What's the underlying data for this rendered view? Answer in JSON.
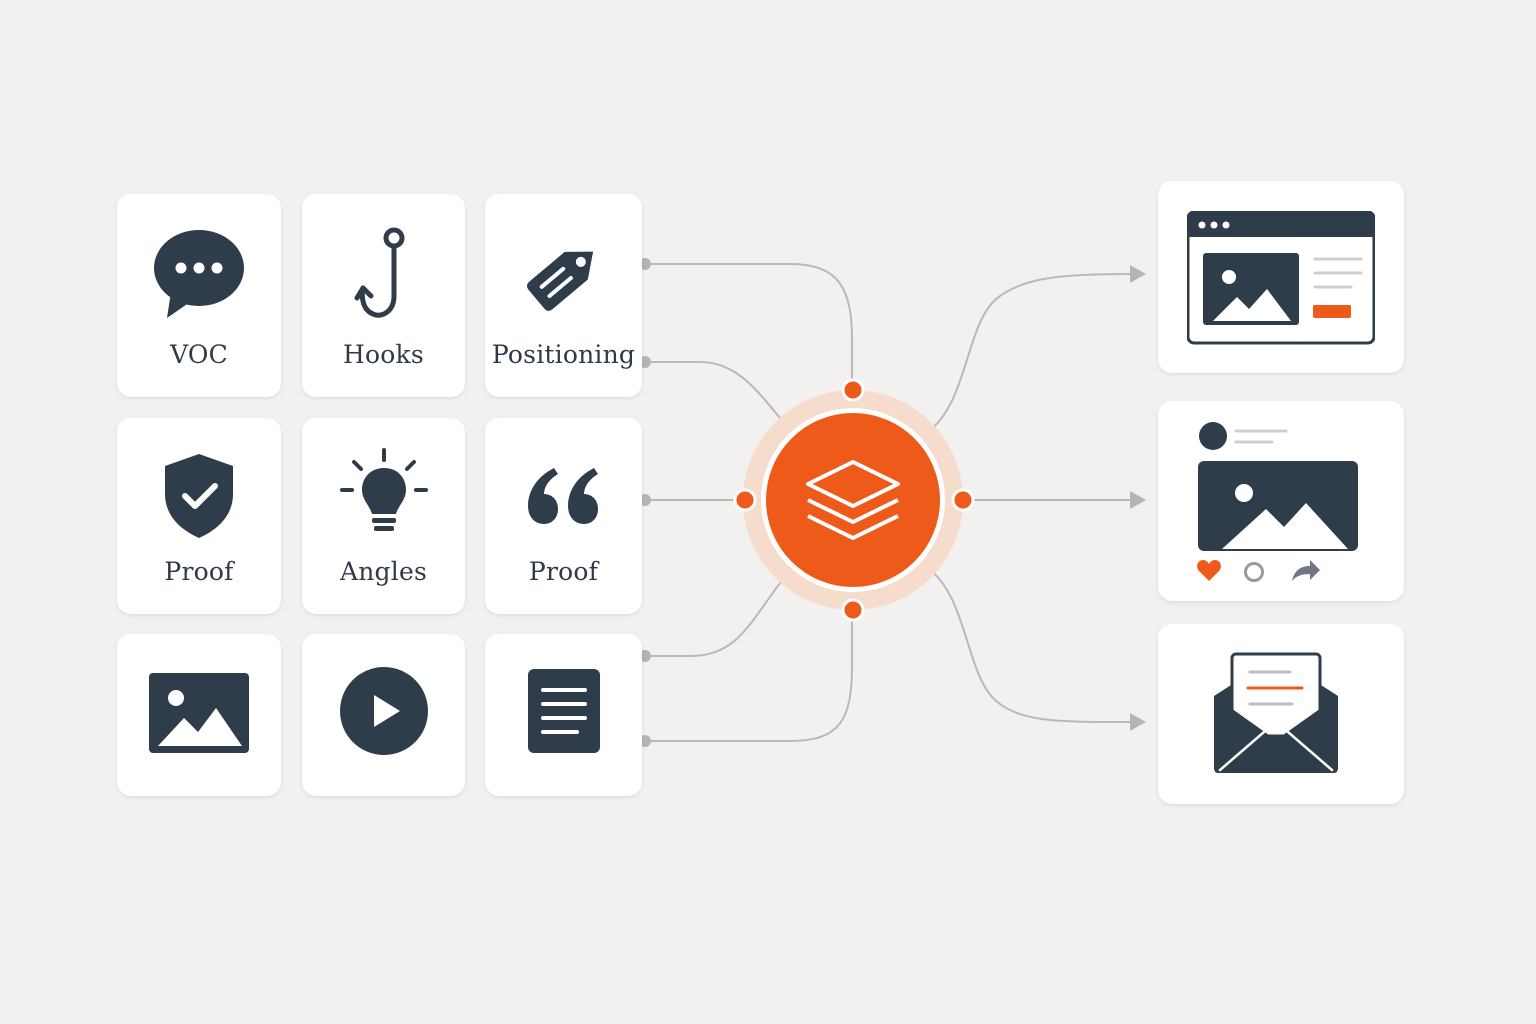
{
  "inputs": [
    {
      "label": "VOC",
      "icon": "speech-bubble-icon"
    },
    {
      "label": "Hooks",
      "icon": "hook-icon"
    },
    {
      "label": "Positioning",
      "icon": "price-tag-icon"
    },
    {
      "label": "Proof",
      "icon": "shield-check-icon"
    },
    {
      "label": "Angles",
      "icon": "lightbulb-icon"
    },
    {
      "label": "Proof",
      "icon": "quote-icon"
    },
    {
      "label": "",
      "icon": "image-icon"
    },
    {
      "label": "",
      "icon": "play-icon"
    },
    {
      "label": "",
      "icon": "document-icon"
    }
  ],
  "hub": {
    "icon": "layers-icon"
  },
  "outputs": [
    {
      "icon": "web-page-icon"
    },
    {
      "icon": "social-post-icon"
    },
    {
      "icon": "email-icon"
    }
  ],
  "colors": {
    "accent": "#ee5a1a",
    "dark": "#2f3c4a",
    "background": "#f2f1f0",
    "connector": "#b5b5b5"
  }
}
